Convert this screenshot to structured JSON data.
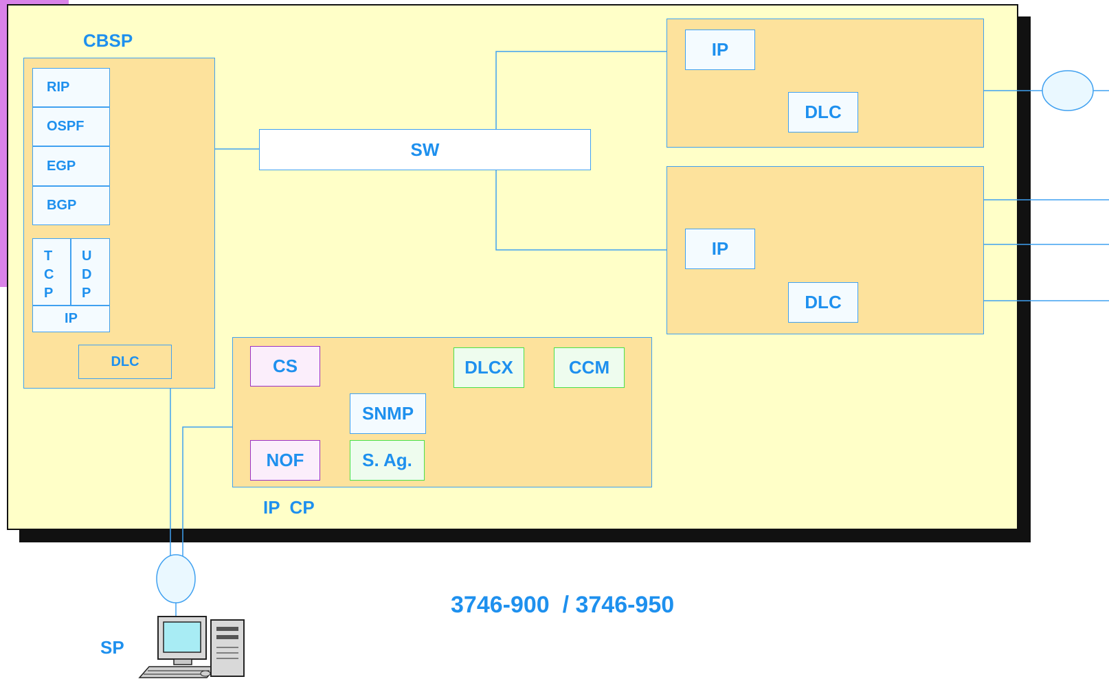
{
  "title": "3746-900  / 3746-950",
  "colors": {
    "frame": "#ffffc8",
    "panel": "#fde29c",
    "line": "#3fa0f0",
    "text": "#1e90ee",
    "purple": "#9a2fc6",
    "green": "#48e048"
  },
  "cbsp": {
    "label": "CBSP",
    "protocols": [
      "RIP",
      "OSPF",
      "EGP",
      "BGP"
    ],
    "tcp": "T\nC\nP",
    "udp": "U\nD\nP",
    "ip": "IP",
    "dlc": "DLC"
  },
  "switch": {
    "label": "SW"
  },
  "top_adapter": {
    "ip": "IP",
    "dlc": "DLC"
  },
  "bottom_adapter": {
    "ip": "IP",
    "dlc": "DLC"
  },
  "ipcp": {
    "label": "IP  CP",
    "cs": "CS",
    "nof": "NOF",
    "snmp": "SNMP",
    "s_ag": "S. Ag.",
    "dlcx": "DLCX",
    "ccm": "CCM"
  },
  "service_processor": {
    "label": "SP",
    "icon": "computer-icon"
  }
}
